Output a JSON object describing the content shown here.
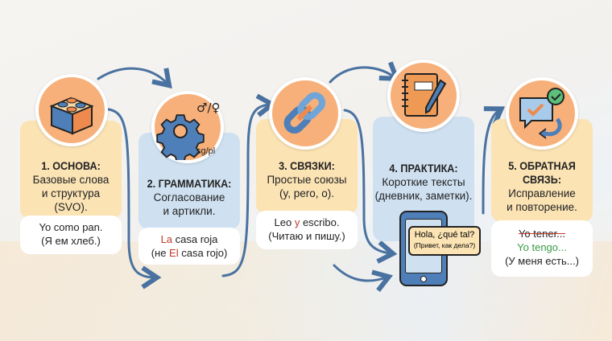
{
  "steps": [
    {
      "title": "1. ОСНОВА:",
      "desc": [
        "Базовые слова",
        "и структура",
        "(SVO)."
      ],
      "example": [
        "Yo como pan.",
        "(Я ем хлеб.)"
      ],
      "icon": "lego-brick-icon"
    },
    {
      "title": "2. ГРАММАТИКА:",
      "desc": [
        "Согласование",
        "и артикли."
      ],
      "example_parts": {
        "a": "La",
        "b": " casa roja",
        "c": "(не ",
        "d": "El",
        "e": " casa rojo)"
      },
      "icon": "gear-icon",
      "icon_labels": {
        "gender": "♂/♀",
        "number": "sg/pl"
      }
    },
    {
      "title": "3. СВЯЗКИ:",
      "desc": [
        "Простые союзы",
        "(y, pero, o)."
      ],
      "example_parts": {
        "a": "Leo ",
        "b": "y",
        "c": " escribo.",
        "d": "(Читаю и пишу.)"
      },
      "icon": "chain-link-icon"
    },
    {
      "title": "4. ПРАКТИКА:",
      "desc": [
        "Короткие тексты",
        "(дневник, заметки)."
      ],
      "phone_chat": {
        "line1": "Hola, ¿qué tal?",
        "line2": "(Привет, как дела?)"
      },
      "icon": "notebook-pen-icon"
    },
    {
      "title": "5. ОБРАТНАЯ",
      "title2": "СВЯЗЬ:",
      "desc": [
        "Исправление",
        "и повторение."
      ],
      "example_parts": {
        "wrong": "Yo tener...",
        "right": "Yo tengo...",
        "translation": "(У меня есть...)"
      },
      "icon": "feedback-check-icon"
    }
  ],
  "colors": {
    "accent_orange": "#f7b07a",
    "panel_beige": "#fbe3b4",
    "panel_blue": "#cfe1f1",
    "arrow": "#4a72a0",
    "red": "#c0392b",
    "green": "#3a9b45"
  }
}
